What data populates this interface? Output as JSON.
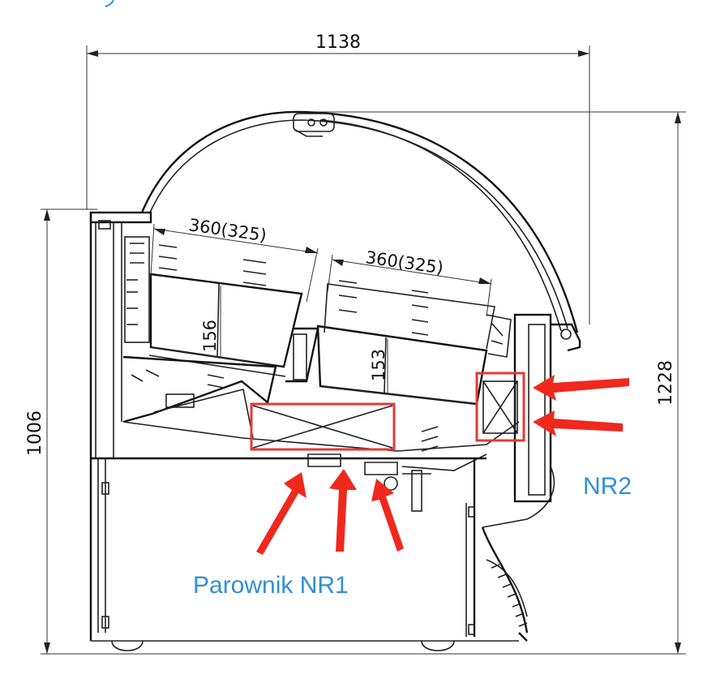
{
  "dimensions": {
    "overall_width": "1138",
    "overall_height": "1228",
    "counter_height": "1006",
    "tray_left_width": "360(325)",
    "tray_right_width": "360(325)",
    "tray_left_depth": "156",
    "tray_right_depth": "153"
  },
  "callouts": {
    "evaporator_1": "Parownik NR1",
    "evaporator_2": "NR2"
  },
  "colors": {
    "drawing_line": "#222222",
    "highlight": "#e53935",
    "arrow": "#f0281e",
    "callout_text": "#2f8fd6"
  }
}
